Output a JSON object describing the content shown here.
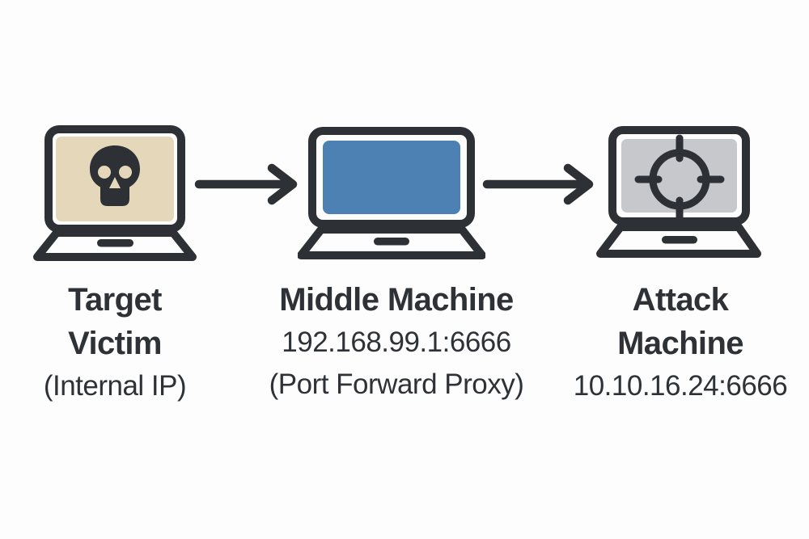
{
  "page": {
    "background": "#fdfdfd",
    "description": "Pivoting / port-forward attack flow diagram with three laptops connected by right-pointing arrows"
  },
  "colors": {
    "ink": "#2d3135",
    "target_laptop_bezel": "#f0e7d2",
    "target_laptop_screen": "#e5d8ba",
    "middle_laptop_bezel": "#a9c8e4",
    "middle_laptop_screen": "#4d80b3",
    "attack_laptop_bezel": "#b9babe",
    "attack_laptop_screen": "#c7c8cc",
    "target_red": "#f4575c"
  },
  "nodes": [
    {
      "id": "target-victim",
      "icon": "skull-icon",
      "title_lines": [
        "Target",
        "Victim"
      ],
      "subtitle_lines": [
        "(Internal IP)"
      ]
    },
    {
      "id": "middle-machine",
      "icon": "laptop-icon",
      "title_lines": [
        "Middle Machine"
      ],
      "subtitle_lines": [
        "192.168.99.1:6666",
        "(Port Forward Proxy)"
      ]
    },
    {
      "id": "attack-machine",
      "icon": "crosshair-target-icon",
      "title_lines": [
        "Attack",
        "Machine"
      ],
      "subtitle_lines": [
        "10.10.16.24:6666"
      ]
    }
  ],
  "arrows": [
    {
      "from": "target-victim",
      "to": "middle-machine",
      "direction": "right"
    },
    {
      "from": "middle-machine",
      "to": "attack-machine",
      "direction": "right"
    }
  ]
}
